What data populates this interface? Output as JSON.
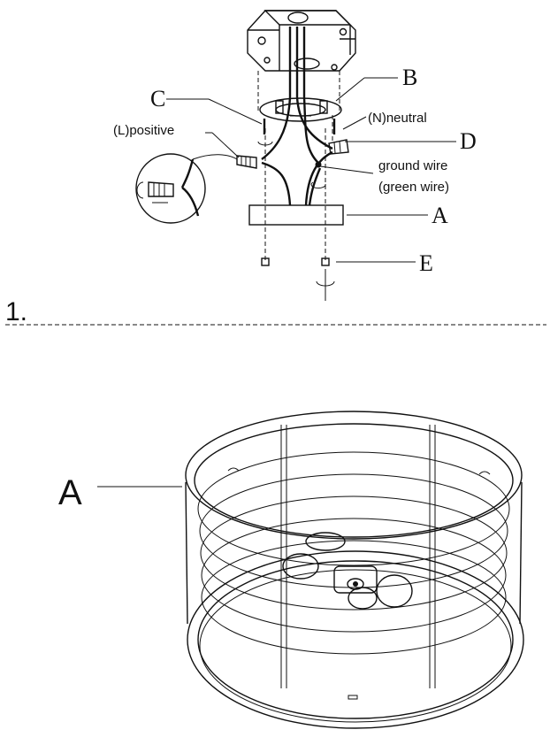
{
  "step_number": "1.",
  "labels": {
    "a_top": "A",
    "b": "B",
    "c": "C",
    "d": "D",
    "e": "E",
    "a_bottom": "A"
  },
  "wire_notes": {
    "positive": "(L)positive",
    "neutral": "(N)neutral",
    "ground_line1": "ground wire",
    "ground_line2": "(green wire)"
  },
  "colors": {
    "ink": "#111111",
    "background": "#ffffff"
  }
}
